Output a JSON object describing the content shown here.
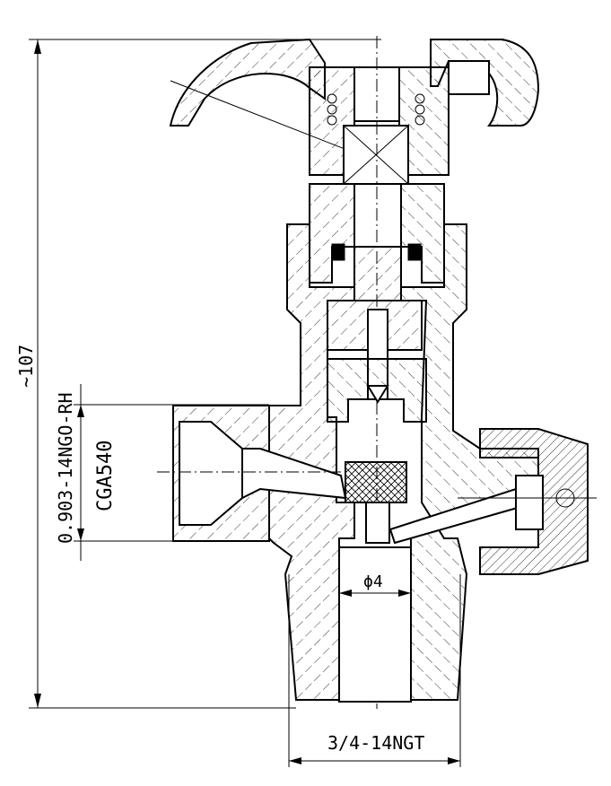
{
  "drawing": {
    "type": "cylinder-valve-section",
    "dimensions": {
      "height_label": "~107",
      "outlet_thread_label": "0.903-14NGO-RH",
      "outlet_standard_label": "CGA540",
      "inlet_thread_label": "3/4-14NGT",
      "bore_label": "ϕ4"
    },
    "parts": [
      "handwheel-icon",
      "spindle-icon",
      "gland-nut-icon",
      "o-ring-icon",
      "valve-body-icon",
      "valve-seat-icon",
      "outlet-connection-icon",
      "safety-device-icon",
      "inlet-stem-icon"
    ]
  }
}
